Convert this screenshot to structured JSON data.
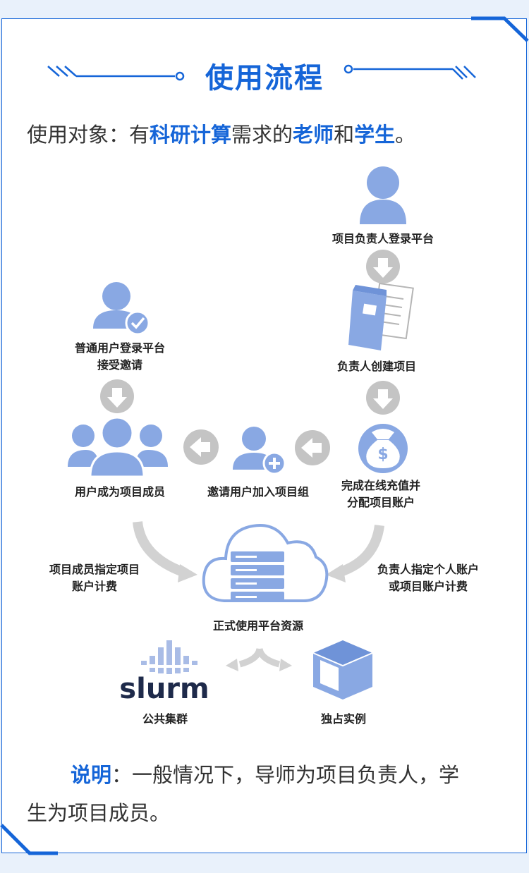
{
  "title": "使用流程",
  "intro": {
    "prefix": "使用对象：有",
    "highlight1": "科研计算",
    "middle1": "需求的",
    "highlight2": "老师",
    "middle2": "和",
    "highlight3": "学生",
    "suffix": "。"
  },
  "flow": {
    "leader_login": "项目负责人登录平台",
    "create_project": "负责人创建项目",
    "recharge_line1": "完成在线充值并",
    "recharge_line2": "分配项目账户",
    "invite_users": "邀请用户加入项目组",
    "user_login_line1": "普通用户登录平台",
    "user_login_line2": "接受邀请",
    "become_member": "用户成为项目成员",
    "member_billing_line1": "项目成员指定项目",
    "member_billing_line2": "账户计费",
    "leader_billing_line1": "负责人指定个人账户",
    "leader_billing_line2": "或项目账户计费",
    "use_resources": "正式使用平台资源",
    "slurm_logo": "slurm",
    "public_cluster": "公共集群",
    "exclusive_instance": "独占实例",
    "money_symbol": "$"
  },
  "note": {
    "label": "说明",
    "text_line1": "：一般情况下，导师为项目负责人，学",
    "text_line2": "生为项目成员。"
  },
  "colors": {
    "accent": "#1565d8",
    "icon_blue": "#89a8e3",
    "arrow_gray": "#c4c4c4",
    "page_bg": "#e9f1fb"
  }
}
